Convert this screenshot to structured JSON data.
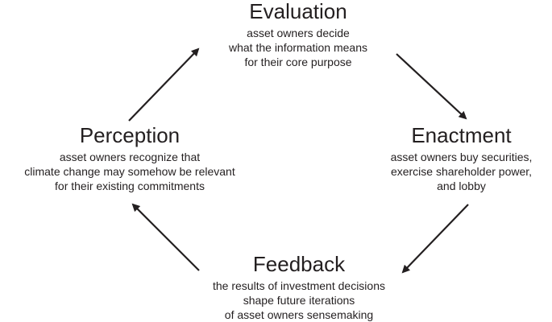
{
  "diagram": {
    "nodes": {
      "evaluation": {
        "title": "Evaluation",
        "lines": [
          "asset owners decide",
          "what the information means",
          "for their core purpose"
        ]
      },
      "enactment": {
        "title": "Enactment",
        "lines": [
          "asset owners buy securities,",
          "exercise shareholder power,",
          "and lobby"
        ]
      },
      "feedback": {
        "title": "Feedback",
        "lines": [
          "the results of investment decisions",
          "shape future iterations",
          "of asset owners sensemaking"
        ]
      },
      "perception": {
        "title": "Perception",
        "lines": [
          "asset owners recognize that",
          "climate change may somehow be relevant",
          "for their existing commitments"
        ]
      }
    },
    "edges": [
      {
        "from": "Evaluation",
        "to": "Enactment"
      },
      {
        "from": "Enactment",
        "to": "Feedback"
      },
      {
        "from": "Feedback",
        "to": "Perception"
      },
      {
        "from": "Perception",
        "to": "Evaluation"
      }
    ],
    "colors": {
      "ink": "#231f20",
      "background": "#ffffff"
    }
  }
}
